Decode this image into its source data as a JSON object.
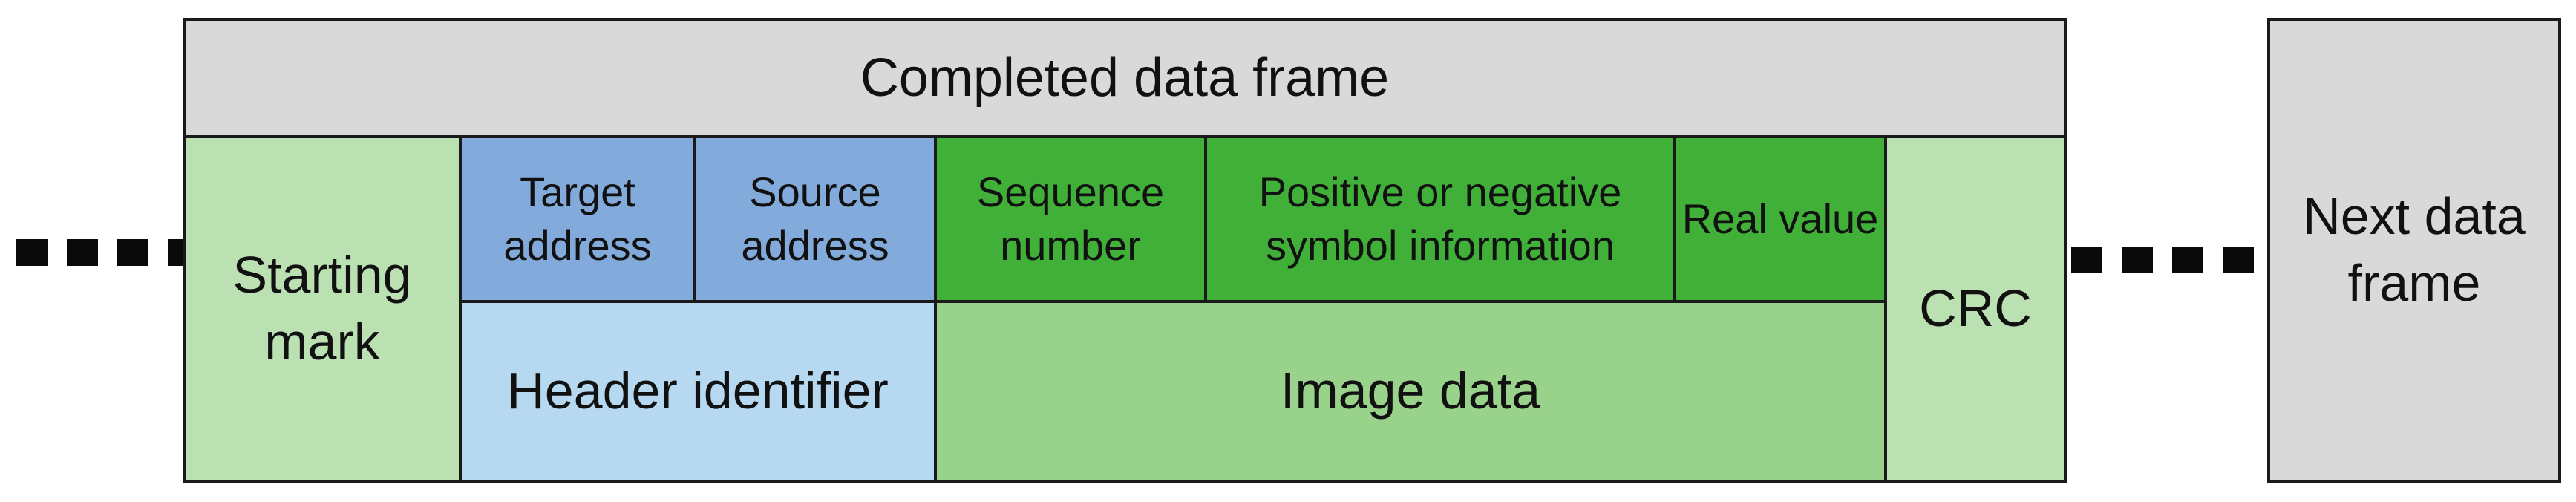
{
  "frame": {
    "title": "Completed data frame",
    "fields": {
      "starting_mark": "Starting\nmark",
      "target_address": "Target\naddress",
      "source_address": "Source\naddress",
      "header_identifier": "Header identifier",
      "sequence_number": "Sequence\nnumber",
      "sign_information": "Positive or negative\nsymbol information",
      "real_value": "Real value",
      "image_data": "Image data",
      "crc": "CRC"
    }
  },
  "next_frame": {
    "label": "Next data\nframe"
  },
  "colors": {
    "title_bar": "#d9d9d9",
    "light_green": "#bbe1b3",
    "medium_green": "#99d38b",
    "dark_green": "#41b039",
    "blue": "#82abdb",
    "light_blue": "#b6d8f1",
    "next_frame": "#d9d9d9",
    "border": "#1a1a1a"
  }
}
